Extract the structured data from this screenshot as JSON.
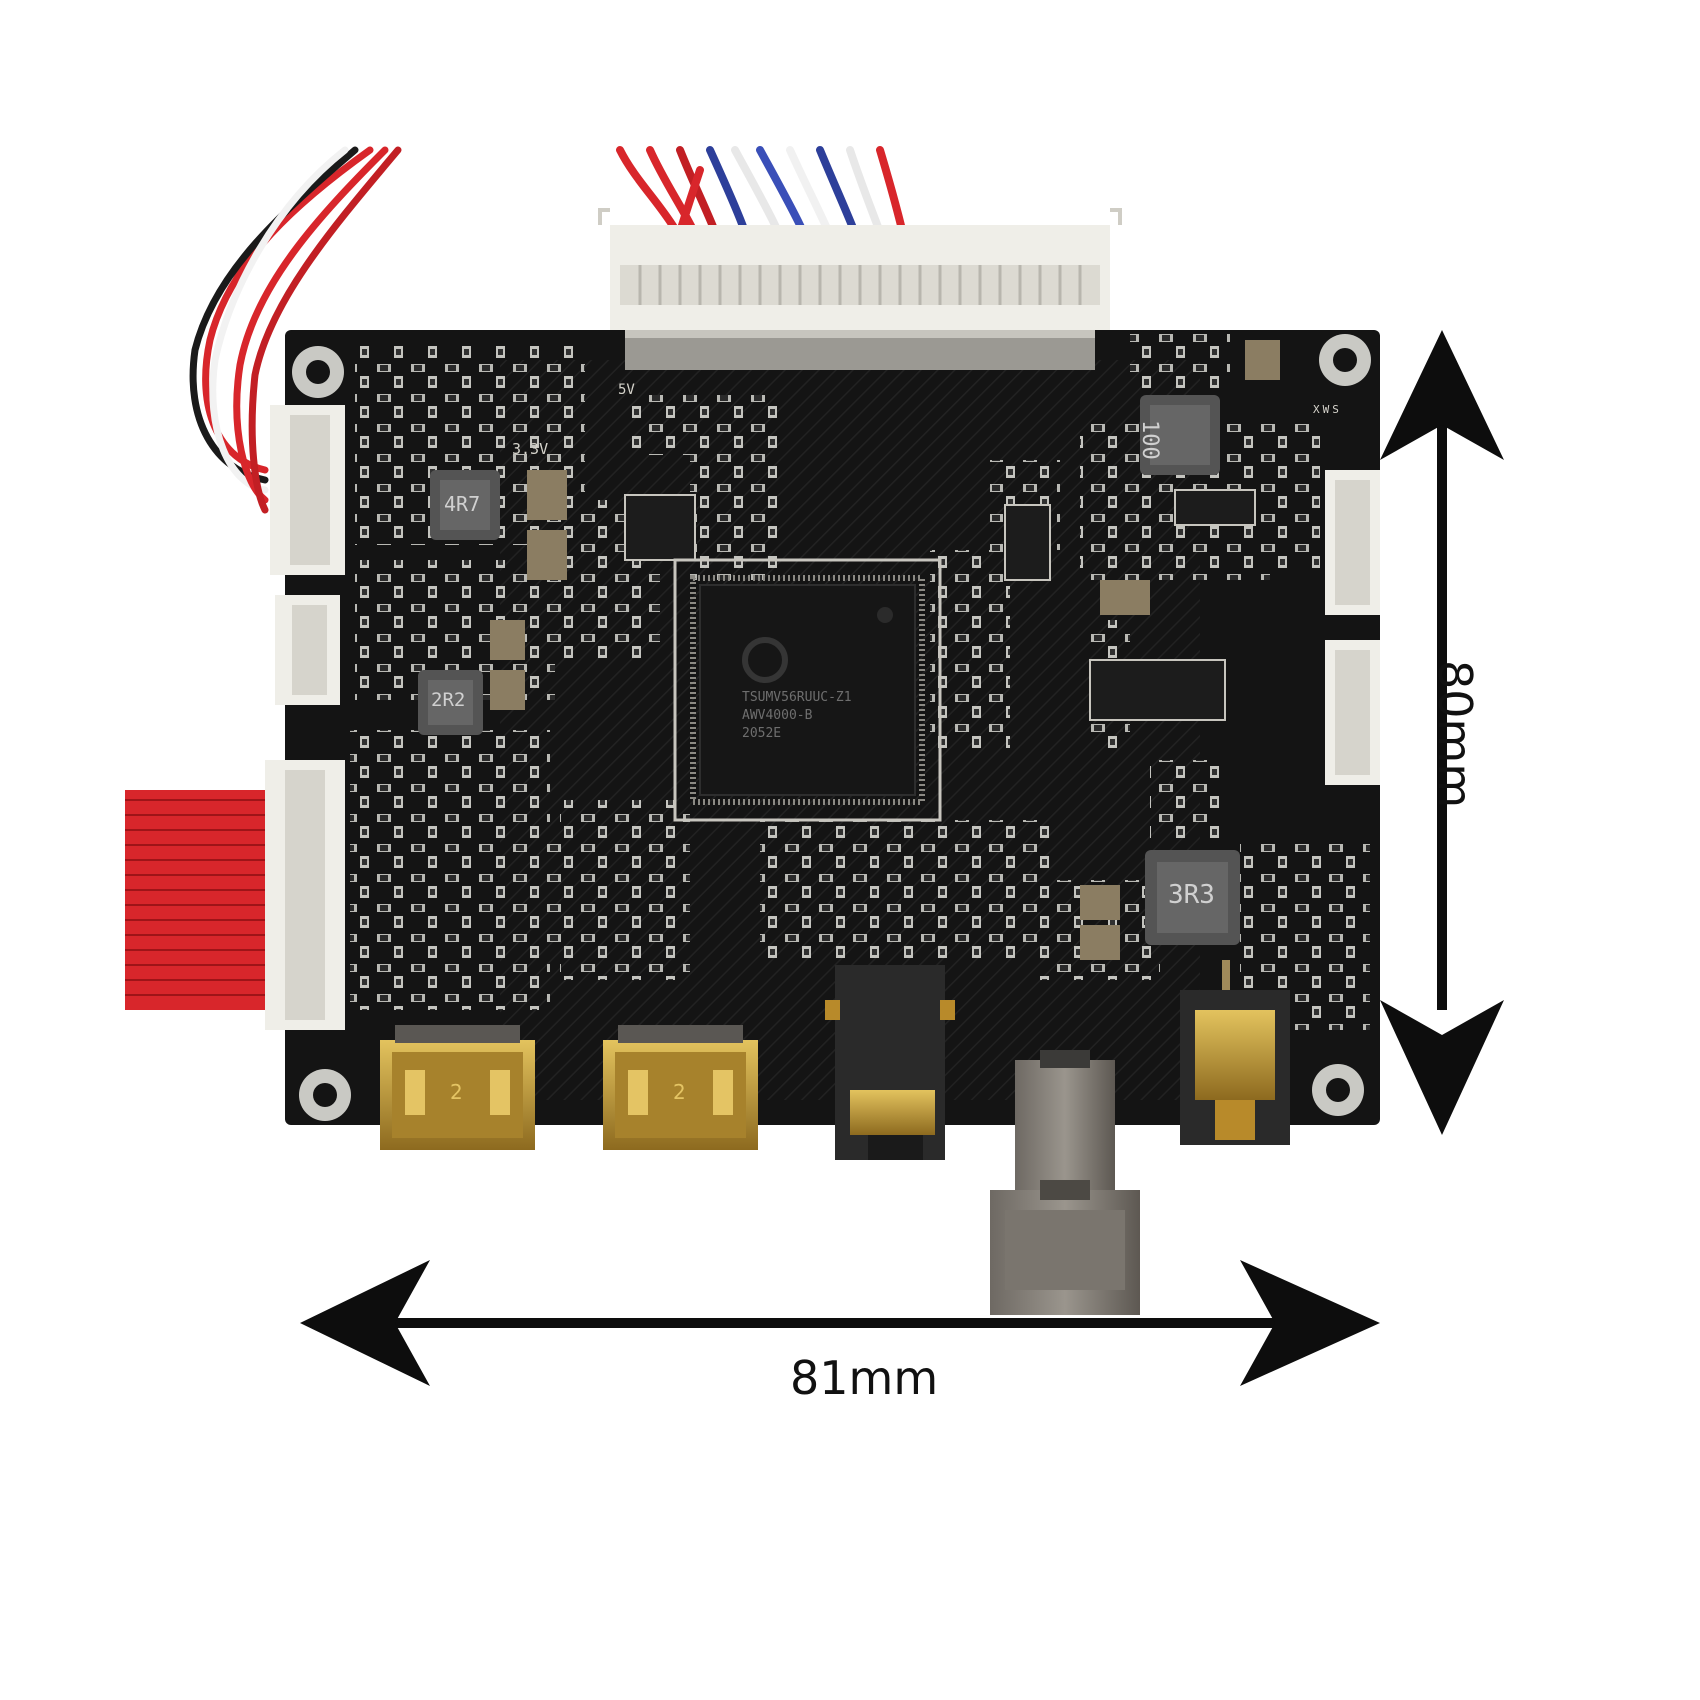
{
  "dimensions": {
    "width_label": "81mm",
    "height_label": "80mm"
  },
  "silkscreen": {
    "label_5v": "5V",
    "label_3v3": "3.3V",
    "label_xws": "XWS",
    "hdmi_port_a": "2",
    "hdmi_port_b": "2"
  },
  "inductors": {
    "inductor_1": "4R7",
    "inductor_2": "2R2",
    "inductor_3": "100",
    "inductor_4": "3R3"
  },
  "main_chip": {
    "line_1": "TSUMV56RUUC-Z1",
    "line_2": "AWV4000-B",
    "line_3": "2052E"
  },
  "colors": {
    "pcb": "#141414",
    "wire_red": "#d8262b",
    "connector": "#efeee8",
    "gold": "#b88a2a",
    "background": "#ffffff",
    "arrow": "#0d0d0d"
  }
}
